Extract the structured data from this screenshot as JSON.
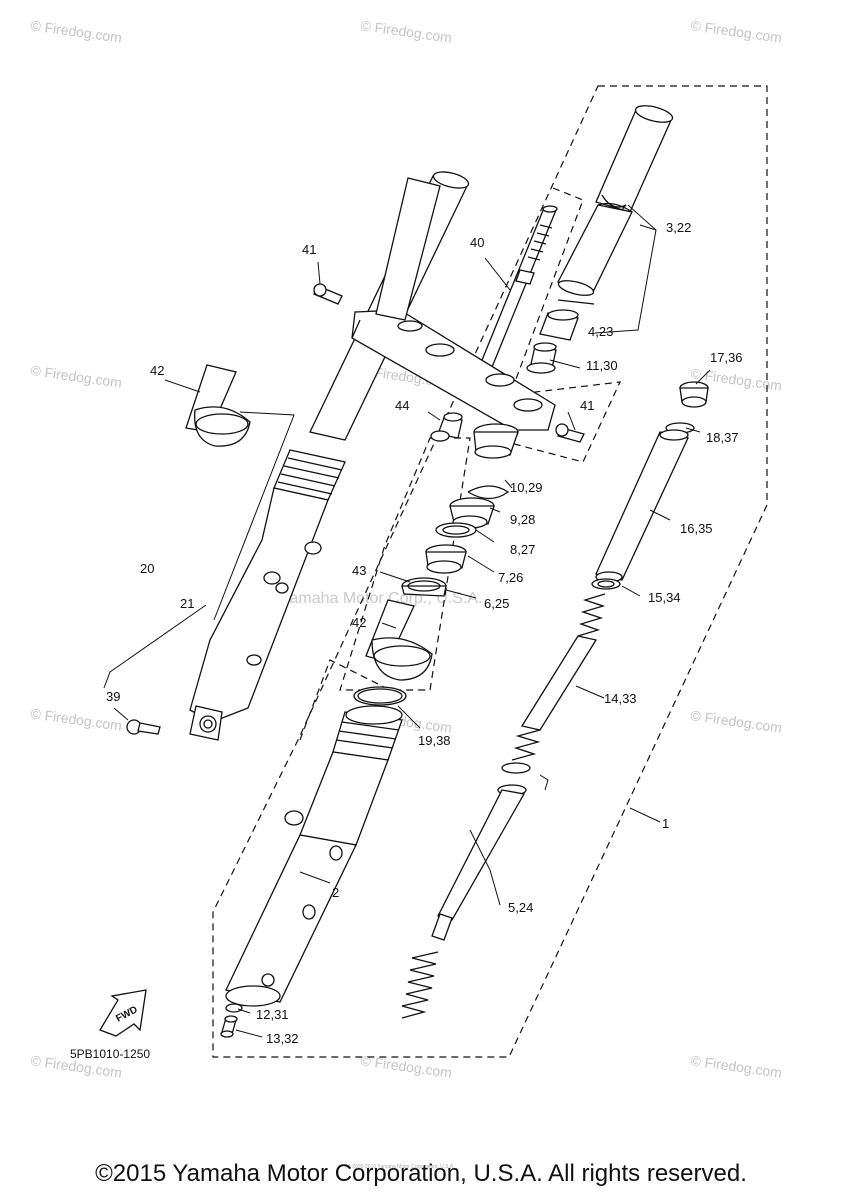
{
  "watermark": {
    "brand": "Firedog.com",
    "center": "Yamaha Motor Corp., U.S.A."
  },
  "diagram_code": "5PB1010-1250",
  "fwd_label": "FWD",
  "small_print": "(c) 2005-2015 Yamaha Motor Corporation, U.S.A.",
  "copyright": "©2015 Yamaha Motor Corporation, U.S.A. All rights reserved.",
  "callouts": {
    "c1": "1",
    "c2": "2",
    "c3_22": "3,22",
    "c4_23": "4,23",
    "c5_24": "5,24",
    "c6_25": "6,25",
    "c7_26": "7,26",
    "c8_27": "8,27",
    "c9_28": "9,28",
    "c10_29": "10,29",
    "c11_30": "11,30",
    "c12_31": "12,31",
    "c13_32": "13,32",
    "c14_33": "14,33",
    "c15_34": "15,34",
    "c16_35": "16,35",
    "c17_36": "17,36",
    "c18_37": "18,37",
    "c19_38": "19,38",
    "c20": "20",
    "c21": "21",
    "c39": "39",
    "c40": "40",
    "c41a": "41",
    "c41b": "41",
    "c42a": "42",
    "c42b": "42",
    "c43": "43",
    "c44": "44"
  }
}
